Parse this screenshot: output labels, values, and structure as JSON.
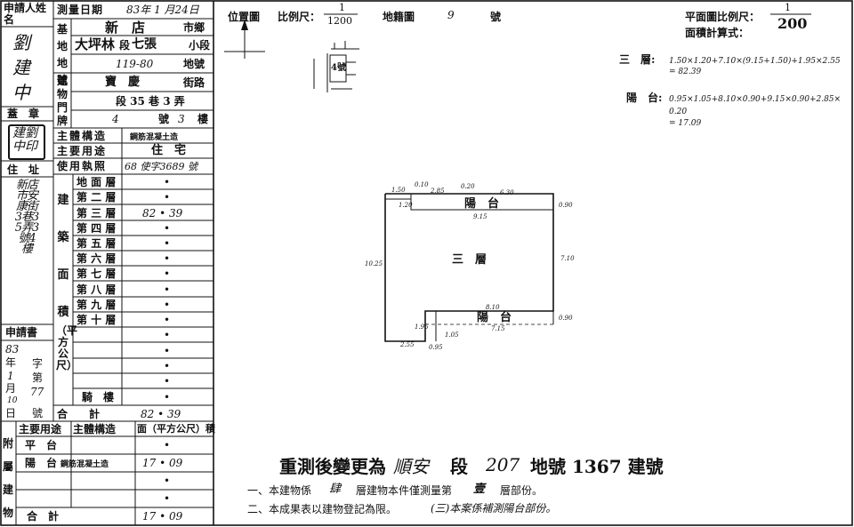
{
  "form": {
    "applicant_label": "申請人姓名",
    "applicant_name": "劉建中",
    "seal_label": "蓋　章",
    "seal_text": "建劉中印",
    "address_label": "住　址",
    "address_value": "新店市安康街3巷35弄3號4樓",
    "apply_doc_label": "申請書",
    "apply_year": "83",
    "apply_month": "1",
    "apply_day": "10",
    "apply_no": "77",
    "apply_date_labels": {
      "year": "年",
      "month": "月",
      "day": "日",
      "zi": "字",
      "di": "第",
      "hao": "號"
    },
    "survey_date_label": "測量日期",
    "survey_date_value": "83年 1 月24日",
    "land_label": "基地地號",
    "city": "新　店",
    "city_suffix": "市鄉",
    "section": "大坪林",
    "section_suffix1": "段",
    "subsection": "七張",
    "subsection_suffix": "小段",
    "lot_no": "119-80",
    "lot_suffix": "地號",
    "door_label": "建物門牌",
    "street": "寶　慶",
    "street_suffix": "街路",
    "segment_line": "段 35 巷 3 弄",
    "number_value": "4",
    "number_suffix": "號",
    "floor_value": "3",
    "floor_suffix": "樓",
    "structure_label": "主體構造",
    "structure_value": "鋼筋混凝土造",
    "use_label": "主要用途",
    "use_value": "住　宅",
    "permit_label": "使用執照",
    "permit_value": "68 使字3689 號",
    "area_vertical_label": "建築面積",
    "unit_vertical_label": "（平方公尺）",
    "floors": [
      {
        "label": "地 面 層",
        "value": "•"
      },
      {
        "label": "第 二 層",
        "value": "•"
      },
      {
        "label": "第 三 層",
        "value": "82 • 39"
      },
      {
        "label": "第 四 層",
        "value": "•"
      },
      {
        "label": "第 五 層",
        "value": "•"
      },
      {
        "label": "第 六 層",
        "value": "•"
      },
      {
        "label": "第 七 層",
        "value": "•"
      },
      {
        "label": "第 八 層",
        "value": "•"
      },
      {
        "label": "第 九 層",
        "value": "•"
      },
      {
        "label": "第 十 層",
        "value": "•"
      },
      {
        "label": "",
        "value": "•"
      },
      {
        "label": "",
        "value": "•"
      },
      {
        "label": "",
        "value": "•"
      },
      {
        "label": "",
        "value": "•"
      },
      {
        "label": "騎　樓",
        "value": "•"
      }
    ],
    "total_label": "合　　計",
    "total_value": "82 • 39",
    "annex_label": "附屬建物",
    "annex_headers": [
      "主要用途",
      "主體構造",
      "面（平方公尺）積"
    ],
    "annex_rows": [
      {
        "use": "平　台",
        "structure": "",
        "value": "•"
      },
      {
        "use": "陽　台",
        "structure": "鋼筋混凝土造",
        "value": "17 • 09"
      },
      {
        "use": "",
        "structure": "",
        "value": "•"
      },
      {
        "use": "",
        "structure": "",
        "value": "•"
      }
    ],
    "annex_total_label": "合　計",
    "annex_total_value": "17 • 09"
  },
  "drawing": {
    "location_map_label": "位置圖",
    "scale_label": "比例尺：",
    "loc_scale_num": "1",
    "loc_scale_den": "1200",
    "cadastral_label": "地籍圖",
    "cadastral_no": "9",
    "cadastral_suffix": "號",
    "plan_scale_label": "平面圖比例尺：",
    "plan_scale_num": "1",
    "plan_scale_den": "200",
    "area_calc_label": "面積計算式：",
    "loc_lot_label": "4號",
    "calc": [
      {
        "label": "三　層:",
        "line1": "1.50×1.20+7.10×(9.15+1.50)+1.95×2.55",
        "line2": "= 82.39"
      },
      {
        "label": "陽　台:",
        "line1": "0.95×1.05+8.10×0.90+9.15×0.90+2.85×",
        "line2": "0.20",
        "line3": "= 17.09"
      }
    ],
    "plan_labels": {
      "floor3": "三　層",
      "balcony_top": "陽　台",
      "balcony_bottom": "陽　台"
    },
    "dims": {
      "d150": "1.50",
      "d010": "0.10",
      "d285": "2.85",
      "d020": "0.20",
      "d630": "6.30",
      "d120": "1.20",
      "d915": "9.15",
      "d090a": "0.90",
      "d1025": "10.25",
      "d710": "7.10",
      "d810": "8.10",
      "d090b": "0.90",
      "d195": "1.95",
      "d105": "1.05",
      "d715": "7.15",
      "d255": "2.55",
      "d095": "0.95"
    },
    "remark_main_prefix": "重測後變更為",
    "remark_main_section": "順安",
    "remark_main_mid": "段",
    "remark_main_lot": "207",
    "remark_main_suffix": "地號 1367 建號",
    "note1_prefix": "一、本建物係",
    "note1_floors": "肆",
    "note1_mid": "層建物本件僅測量第",
    "note1_floor": "壹",
    "note1_suffix": "層部份。",
    "note2_prefix": "二、本成果表以建物登記為限。",
    "note2_extra": "(三)本案係補測陽台部份。"
  }
}
